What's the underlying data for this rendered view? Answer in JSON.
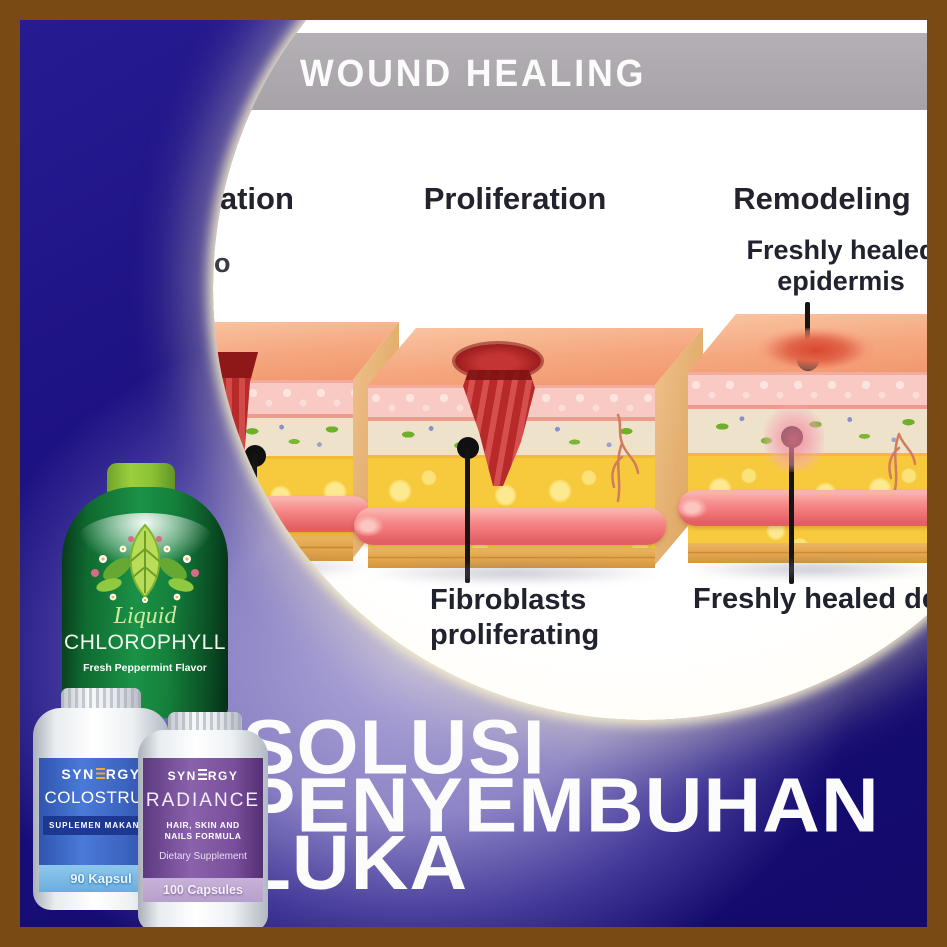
{
  "colors": {
    "frame_brown": "#7a4a14",
    "background_navy": "#170d7a",
    "lavender_glow": "#9d96cb",
    "circle_glow": "#f6eecb",
    "header_gray": "#a8a4a9",
    "colostrum_blue": "#3c63c0",
    "radiance_purple": "#7a509c",
    "chlorophyll_green": "#15813c"
  },
  "diagram": {
    "title": "WOUND HEALING",
    "stage_inflammation": "Inflammation",
    "stage_proliferation": "Proliferation",
    "stage_remodeling": "Remodeling",
    "fragment": "o",
    "label_epidermis_1": "Freshly healed",
    "label_epidermis_2": "epidermis",
    "label_fibroblasts_1": "Fibroblasts",
    "label_fibroblasts_2": "proliferating",
    "label_dermis": "Freshly healed dermis"
  },
  "products": {
    "chlorophyll": {
      "title_script": "Liquid",
      "title": "CHLOROPHYLL",
      "subtitle": "Fresh Peppermint Flavor"
    },
    "colostrum": {
      "brand_left": "SYN",
      "brand_right": "RGY",
      "name": "COLOSTRUM",
      "subtitle": "SUPLEMEN MAKANAN",
      "count": "90 Kapsul"
    },
    "radiance": {
      "brand_left": "SYN",
      "brand_right": "RGY",
      "name": "RADIANCE",
      "formula_1": "HAIR, SKIN AND",
      "formula_2": "NAILS FORMULA",
      "type": "Dietary Supplement",
      "count": "100 Capsules"
    }
  },
  "headline": {
    "line1": "SOLUSI",
    "line2": "PENYEMBUHAN",
    "line3": "LUKA"
  }
}
